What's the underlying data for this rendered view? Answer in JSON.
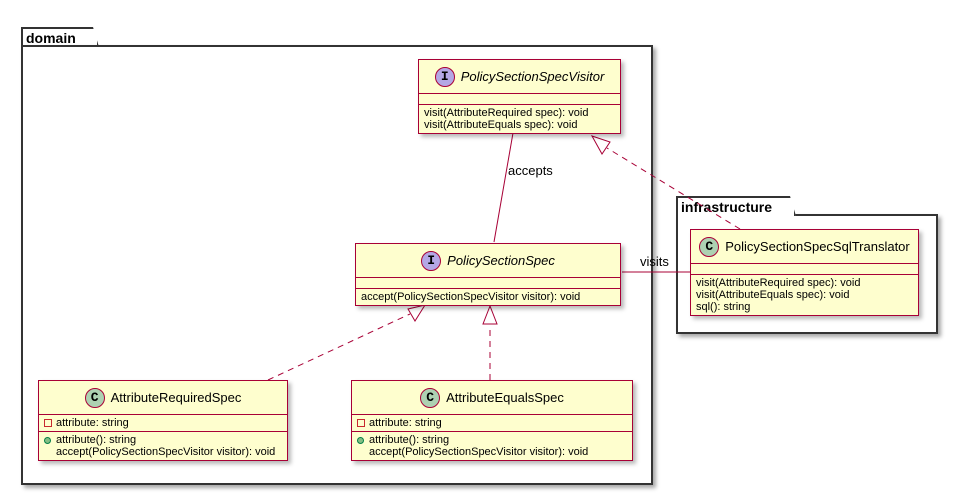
{
  "packages": {
    "domain": {
      "name": "domain"
    },
    "infrastructure": {
      "name": "infrastructure"
    }
  },
  "classes": {
    "visitor_iface": {
      "stereotype": "I",
      "name": "PolicySectionSpecVisitor",
      "kind": "interface",
      "fields": [],
      "methods": [
        {
          "text": "visit(AttributeRequired spec): void"
        },
        {
          "text": "visit(AttributeEquals spec): void"
        }
      ]
    },
    "spec_iface": {
      "stereotype": "I",
      "name": "PolicySectionSpec",
      "kind": "interface",
      "fields": [],
      "methods": [
        {
          "text": "accept(PolicySectionSpecVisitor visitor): void"
        }
      ]
    },
    "required_spec": {
      "stereotype": "C",
      "name": "AttributeRequiredSpec",
      "kind": "class",
      "fields": [
        {
          "visibility": "private",
          "text": "attribute: string"
        }
      ],
      "methods": [
        {
          "visibility": "public",
          "text": "attribute(): string"
        },
        {
          "visibility": "",
          "text": "accept(PolicySectionSpecVisitor visitor): void"
        }
      ]
    },
    "equals_spec": {
      "stereotype": "C",
      "name": "AttributeEqualsSpec",
      "kind": "class",
      "fields": [
        {
          "visibility": "private",
          "text": "attribute: string"
        }
      ],
      "methods": [
        {
          "visibility": "public",
          "text": "attribute(): string"
        },
        {
          "visibility": "",
          "text": "accept(PolicySectionSpecVisitor visitor): void"
        }
      ]
    },
    "sql_translator": {
      "stereotype": "C",
      "name": "PolicySectionSpecSqlTranslator",
      "kind": "class",
      "fields": [],
      "methods": [
        {
          "text": "visit(AttributeRequired spec): void"
        },
        {
          "text": "visit(AttributeEquals spec): void"
        },
        {
          "text": "sql(): string"
        }
      ]
    }
  },
  "relations": [
    {
      "from": "PolicySectionSpec",
      "to": "PolicySectionSpecVisitor",
      "type": "association",
      "label": "accepts"
    },
    {
      "from": "PolicySectionSpec",
      "to": "PolicySectionSpecSqlTranslator",
      "type": "association",
      "label": "visits"
    },
    {
      "from": "PolicySectionSpecSqlTranslator",
      "to": "PolicySectionSpecVisitor",
      "type": "realization",
      "label": ""
    },
    {
      "from": "AttributeRequiredSpec",
      "to": "PolicySectionSpec",
      "type": "realization",
      "label": ""
    },
    {
      "from": "AttributeEqualsSpec",
      "to": "PolicySectionSpec",
      "type": "realization",
      "label": ""
    }
  ],
  "colors": {
    "class_fill": "#fefece",
    "class_border": "#a80036",
    "interface_badge": "#b4a7e5",
    "class_badge": "#add1b2",
    "package_border": "#333333"
  }
}
